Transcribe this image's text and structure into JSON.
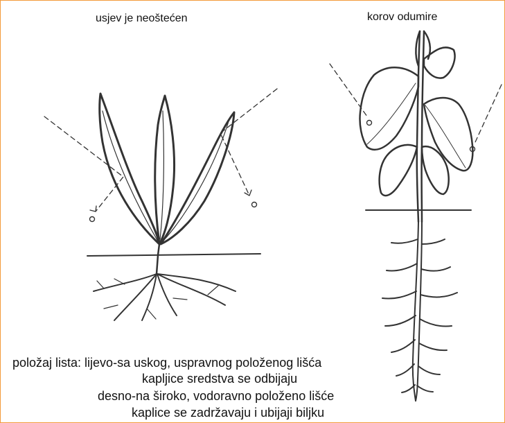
{
  "titles": {
    "left": "usjev je neoštećen",
    "right": "korov odumire"
  },
  "caption": {
    "lines": [
      "položaj lista:  lijevo-sa uskog, uspravnog položenog lišća",
      "kapljice sredstva se odbijaju",
      "desno-na široko, vodoravno položeno lišće",
      "kaplice se zadržavaju i ubijaji biljku"
    ]
  },
  "colors": {
    "frame": "#f39a3a",
    "ink": "#333333"
  }
}
